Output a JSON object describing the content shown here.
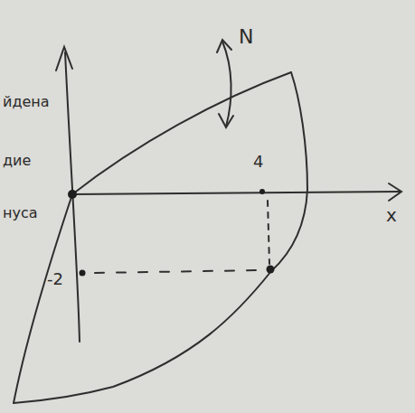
{
  "diagram": {
    "labels": [
      "N",
      "4",
      "-2",
      "x",
      "йдена",
      "дие",
      "нуса"
    ]
  }
}
